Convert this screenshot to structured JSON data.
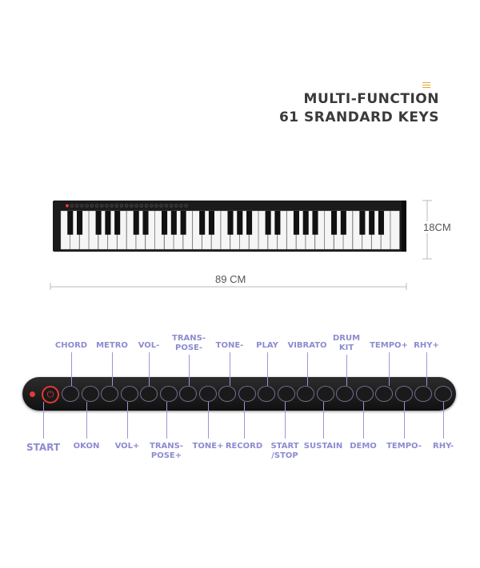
{
  "heading": {
    "line1": "MULTI-FUNCTION",
    "line2": "61 SRANDARD KEYS"
  },
  "dimensions": {
    "height": "18CM",
    "width": "89 CM"
  },
  "keyboard": {
    "white_keys": 36
  },
  "controls": {
    "top": [
      "CHORD",
      "METRO",
      "VOL-",
      "TRANS-\nPOSE-",
      "TONE-",
      "PLAY",
      "VIBRATO",
      "DRUM\nKIT",
      "TEMPO+",
      "RHY+"
    ],
    "bottom": [
      "START",
      "OKON",
      "VOL+",
      "TRANS-\nPOSE+",
      "TONE+",
      "RECORD",
      "START\n/STOP",
      "SUSTAIN",
      "DEMO",
      "TEMPO-",
      "RHY-"
    ]
  },
  "colors": {
    "label": "#8d8bd0",
    "power": "#e53935"
  }
}
